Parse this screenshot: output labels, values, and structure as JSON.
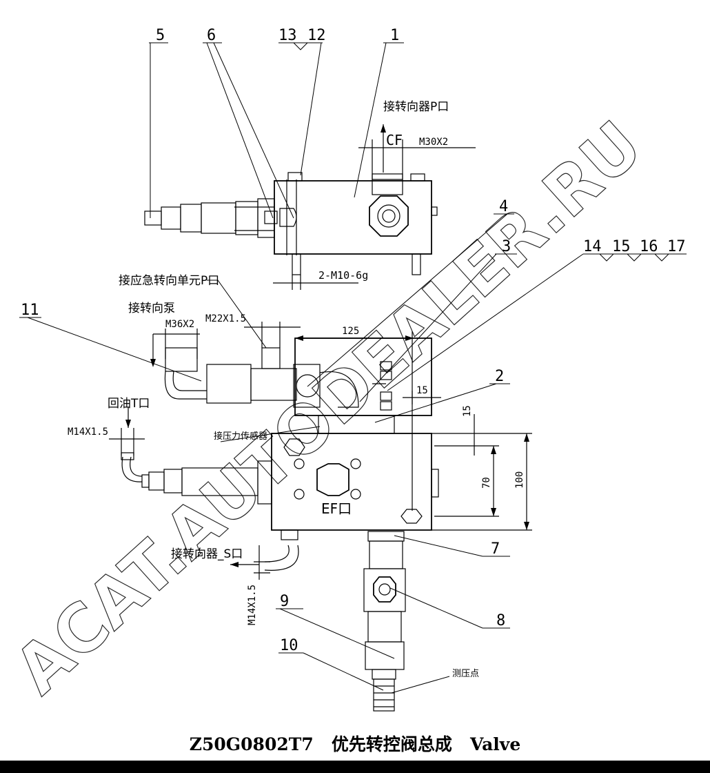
{
  "title": {
    "code": "Z50G0802T7",
    "name_cn": "优先转控阀总成",
    "name_en": "Valve"
  },
  "watermark": "ACAT.AUTODEALER.RU",
  "part_numbers": [
    "1",
    "2",
    "3",
    "4",
    "5",
    "6",
    "7",
    "8",
    "9",
    "10",
    "11",
    "12",
    "13",
    "14",
    "15",
    "16",
    "17"
  ],
  "callouts": {
    "steering_p": "接转向器P口",
    "cf": "CF",
    "emergency_p": "接应急转向单元P口",
    "pump": "接转向泵",
    "return_t": "回油T口",
    "pressure_sensor": "接压力传感器",
    "ef": "EF口",
    "steering_s": "接转向器_S口",
    "test_point": "测压点"
  },
  "dimensions": {
    "m30": "M30X2",
    "m10": "2-M10-6g",
    "m36": "M36X2",
    "m22": "M22X1.5",
    "d125": "125",
    "d15a": "15",
    "d15b": "15",
    "d70": "70",
    "d100": "100",
    "m14a": "M14X1.5",
    "m14b": "M14X1.5"
  }
}
